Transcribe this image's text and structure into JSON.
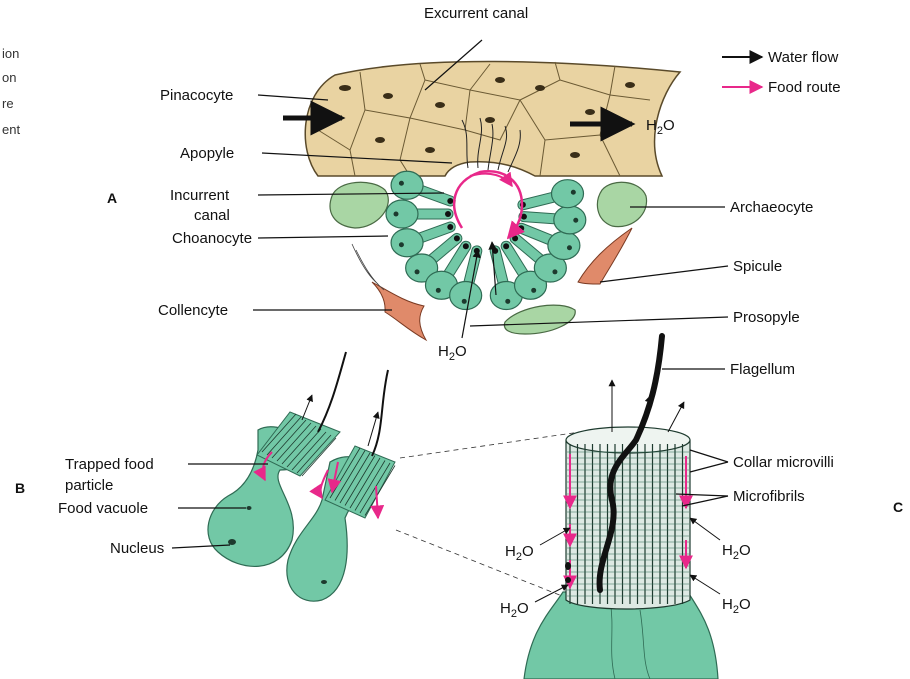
{
  "colors": {
    "pinacoderm": "#e9d3a2",
    "cell_outline": "#5a4a2a",
    "choanocyte": "#72c8a6",
    "archaeocyte": "#a9d6a4",
    "spicule": "#e08a6a",
    "food_route": "#e8288a",
    "water_flow": "#111111"
  },
  "legend": {
    "water_flow": "Water flow",
    "food_route": "Food route"
  },
  "panels": {
    "a": "A",
    "b": "B",
    "c": "C"
  },
  "cut_text": [
    "ion",
    "on",
    "re",
    "ent"
  ],
  "labels_a": {
    "excurrent_canal": "Excurrent canal",
    "pinacocyte": "Pinacocyte",
    "apopyle": "Apopyle",
    "incurrent_line1": "Incurrent",
    "incurrent_line2": "canal",
    "choanocyte": "Choanocyte",
    "collencyte": "Collencyte",
    "archaeocyte": "Archaeocyte",
    "spicule": "Spicule",
    "prosopyle": "Prosopyle",
    "h2o_right": "H2O",
    "h2o_bottom": "H2O"
  },
  "labels_b": {
    "trapped_line1": "Trapped food",
    "trapped_line2": "particle",
    "food_vacuole": "Food vacuole",
    "nucleus": "Nucleus"
  },
  "labels_c": {
    "flagellum": "Flagellum",
    "collar_microvilli": "Collar microvilli",
    "microfibrils": "Microfibrils",
    "h2o_left_1": "H2O",
    "h2o_left_2": "H2O",
    "h2o_right_1": "H2O",
    "h2o_right_2": "H2O"
  }
}
